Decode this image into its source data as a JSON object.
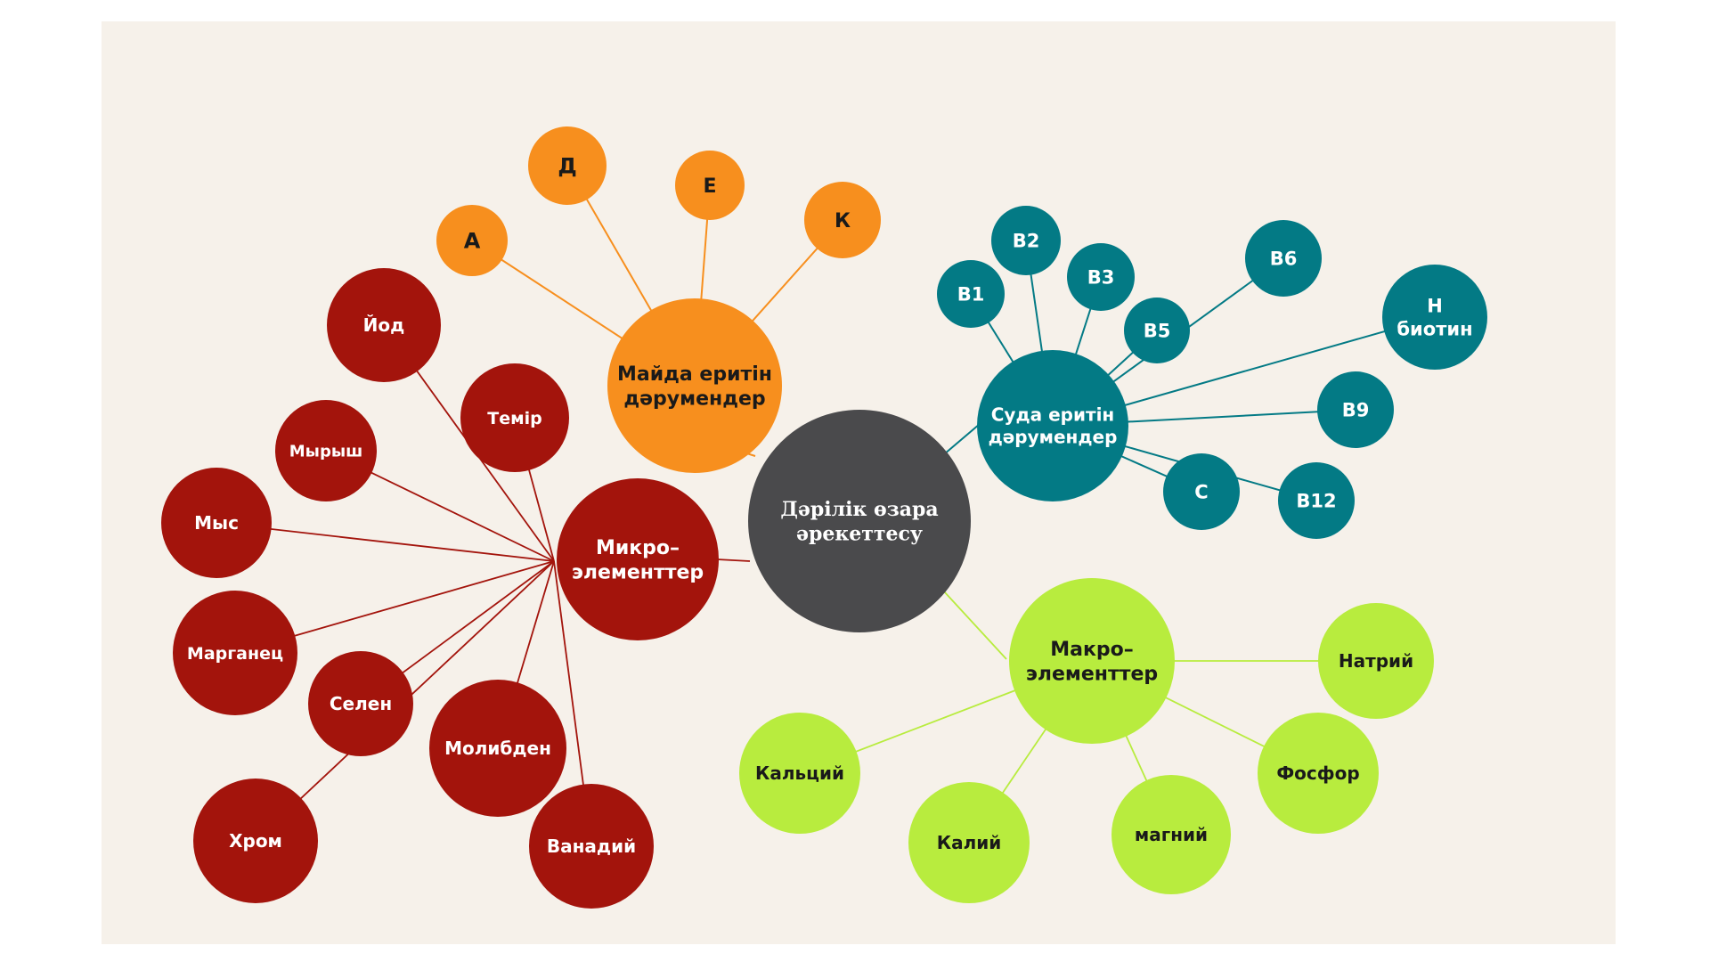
{
  "colors": {
    "center": "#4a4a4c",
    "fat_soluble": "#f78f1e",
    "water_soluble": "#037a85",
    "micro": "#a3140c",
    "macro": "#b8ec3e",
    "background": "#f6f1ea"
  },
  "center": {
    "label": "Дәрілік өзара әрекеттесу"
  },
  "groups": {
    "fat_soluble": {
      "label": "Майда еритін дәрумендер",
      "items": [
        "А",
        "Д",
        "Е",
        "К"
      ]
    },
    "water_soluble": {
      "label": "Суда еритін дәрумендер",
      "items": [
        "В1",
        "В2",
        "В3",
        "В5",
        "В6",
        "Н биотин",
        "В9",
        "С",
        "В12"
      ]
    },
    "micro": {
      "label": "Микро– элементтер",
      "items": [
        "Йод",
        "Темір",
        "Мырыш",
        "Мыс",
        "Марганец",
        "Селен",
        "Молибден",
        "Хром",
        "Ванадий"
      ]
    },
    "macro": {
      "label": "Макро– элементтер",
      "items": [
        "Натрий",
        "Фосфор",
        "магний",
        "Калий",
        "Кальций"
      ]
    }
  }
}
